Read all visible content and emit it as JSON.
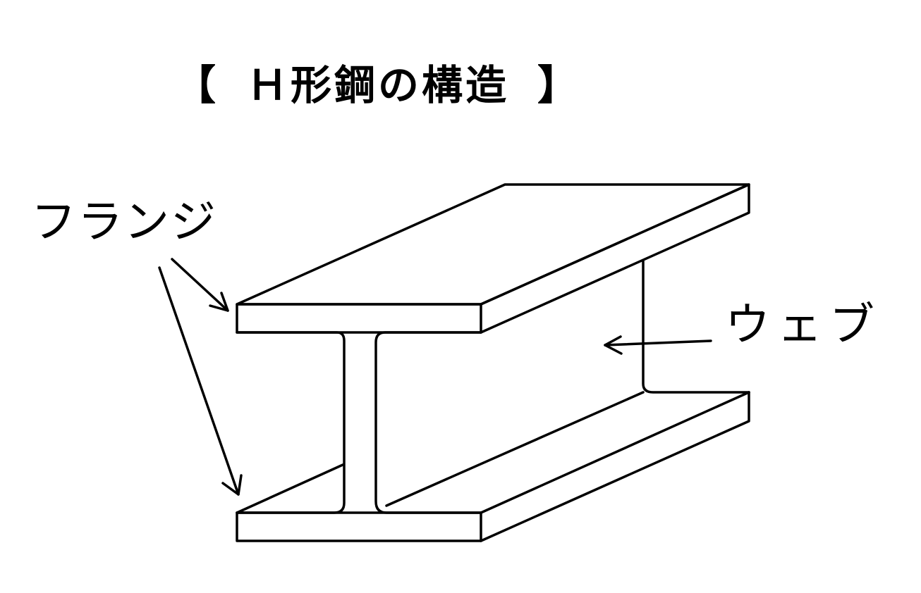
{
  "title": {
    "open_bracket": "【",
    "text": "Ｈ形鋼の構造",
    "close_bracket": "】"
  },
  "labels": {
    "flange": "フランジ",
    "web": "ウェブ"
  },
  "colors": {
    "line": "#000000",
    "background": "#ffffff"
  }
}
